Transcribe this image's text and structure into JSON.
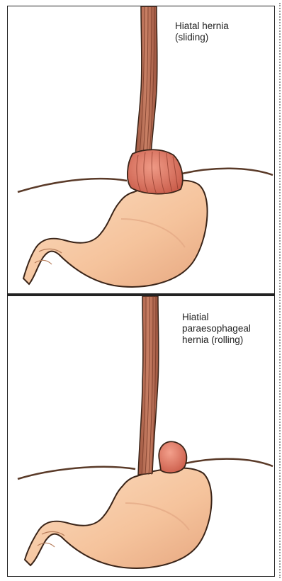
{
  "panels": [
    {
      "id": "sliding",
      "label": "Hiatal hernia\n(sliding)"
    },
    {
      "id": "rolling",
      "label": "Hiatial\nparaesophageal\nhernia (rolling)"
    }
  ],
  "colors": {
    "stomach_fill": "#f7c9a3",
    "stomach_outline": "#3a2418",
    "esophagus_fill": "#b86a4e",
    "esophagus_stripe": "#6e3322",
    "hernia_fill": "#e07a6a",
    "diaphragm": "#5a3a28",
    "border": "#222222"
  }
}
